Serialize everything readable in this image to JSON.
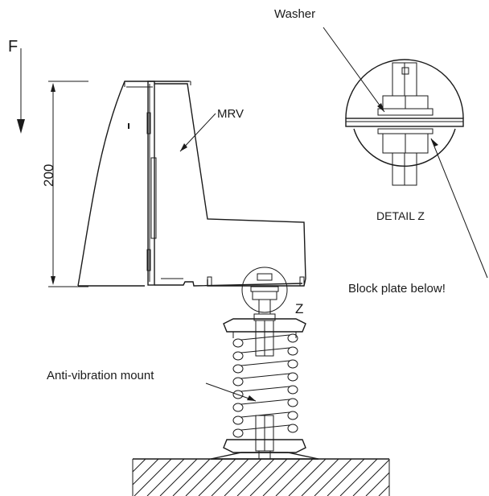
{
  "labels": {
    "force": "F",
    "dimension": "200",
    "mrv": "MRV",
    "washer": "Washer",
    "detail_ref": "Z",
    "detail_title": "DETAIL Z",
    "block_plate": "Block plate below!",
    "anti_vibration": "Anti-vibration mount"
  },
  "colors": {
    "line": "#1a1a1a",
    "background": "#ffffff"
  }
}
